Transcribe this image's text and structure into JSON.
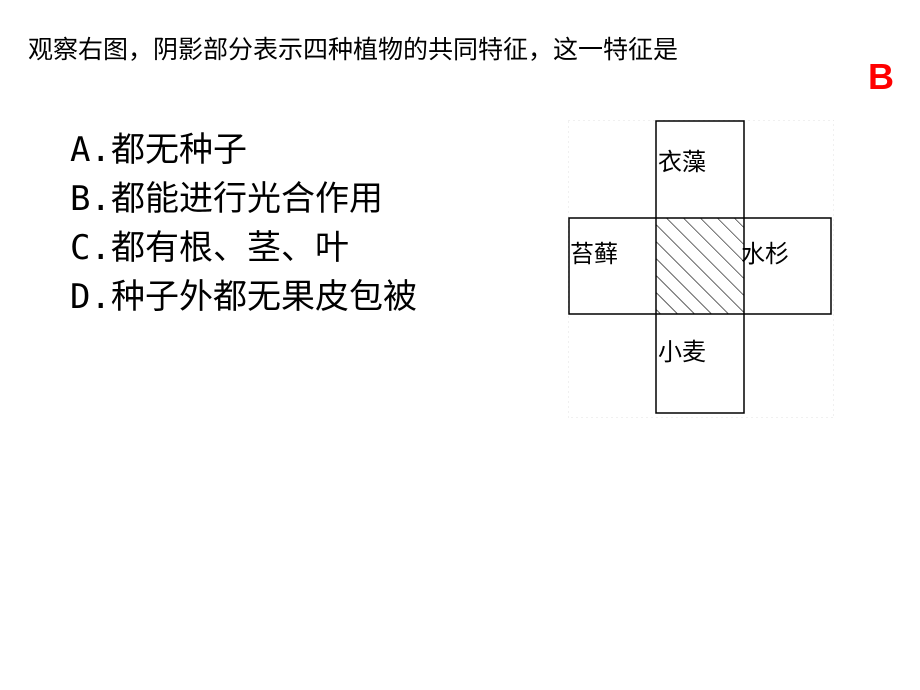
{
  "question": {
    "text": "观察右图，阴影部分表示四种植物的共同特征，这一特征是",
    "answer": "B"
  },
  "options": [
    {
      "letter": "A.",
      "text": "都无种子"
    },
    {
      "letter": "B.",
      "text": "都能进行光合作用"
    },
    {
      "letter": "C.",
      "text": "都有根、茎、叶"
    },
    {
      "letter": "D.",
      "text": "种子外都无果皮包被"
    }
  ],
  "diagram": {
    "top_label": "衣藻",
    "left_label": "苔藓",
    "right_label": "水杉",
    "bottom_label": "小麦"
  }
}
